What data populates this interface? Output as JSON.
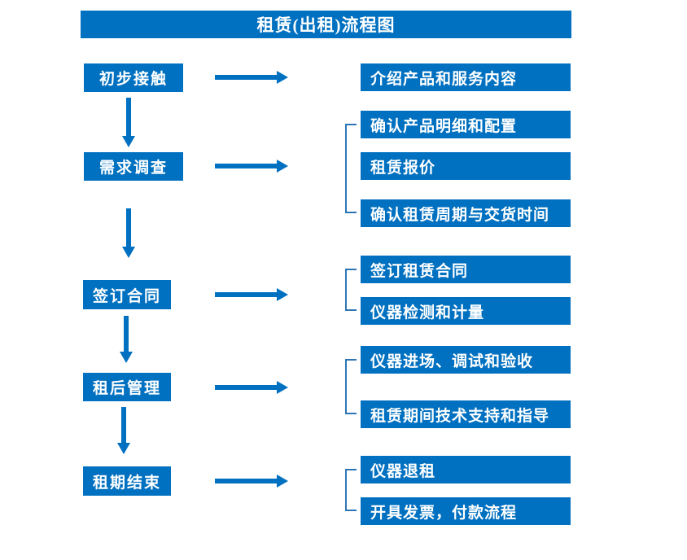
{
  "title": "租赁(出租)流程图",
  "stages": [
    {
      "label": "初步接触",
      "details": [
        "介绍产品和服务内容"
      ]
    },
    {
      "label": "需求调查",
      "details": [
        "确认产品明细和配置",
        "租赁报价",
        "确认租赁周期与交货时间"
      ]
    },
    {
      "label": "签订合同",
      "details": [
        "签订租赁合同",
        "仪器检测和计量"
      ]
    },
    {
      "label": "租后管理",
      "details": [
        "仪器进场、调试和验收",
        "租赁期间技术支持和指导"
      ]
    },
    {
      "label": "租期结束",
      "details": [
        "仪器退租",
        "开具发票，付款流程"
      ]
    }
  ],
  "colors": {
    "primary_blue": "#0070C0",
    "bracket_blue": "#2E75B6",
    "text_white": "#FFFFFF",
    "background": "#FFFFFF"
  }
}
